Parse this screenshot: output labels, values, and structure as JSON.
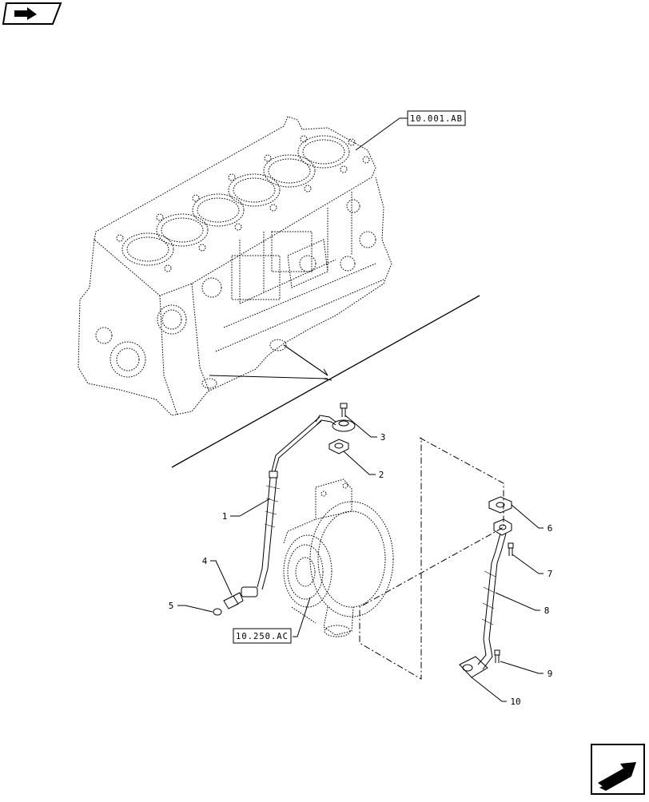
{
  "callouts": [
    {
      "id": "1",
      "label": "1"
    },
    {
      "id": "2",
      "label": "2"
    },
    {
      "id": "3",
      "label": "3"
    },
    {
      "id": "4",
      "label": "4"
    },
    {
      "id": "5",
      "label": "5"
    },
    {
      "id": "6",
      "label": "6"
    },
    {
      "id": "7",
      "label": "7"
    },
    {
      "id": "8",
      "label": "8"
    },
    {
      "id": "9",
      "label": "9"
    },
    {
      "id": "10",
      "label": "10"
    }
  ],
  "references": {
    "engine_block": "10.001.AB",
    "turbocharger": "10.250.AC"
  },
  "icons": {
    "top_left": "book-arrow-icon",
    "bottom_right": "next-page-arrow-icon"
  }
}
